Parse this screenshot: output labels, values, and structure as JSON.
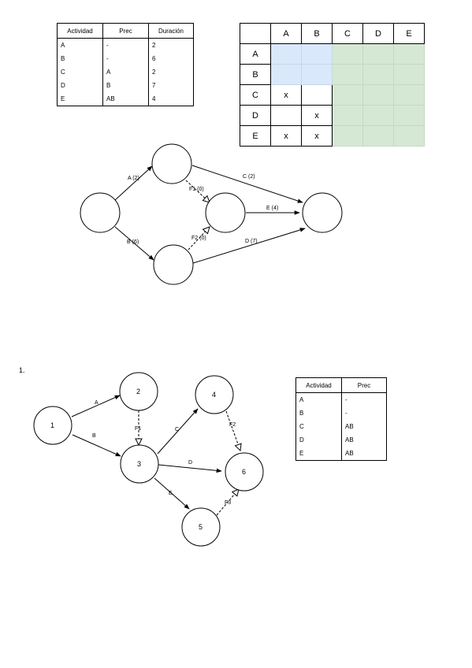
{
  "table1": {
    "headers": [
      "Actividad",
      "Prec",
      "Duración"
    ],
    "rows": [
      [
        "A",
        "-",
        "2"
      ],
      [
        "B",
        "-",
        "6"
      ],
      [
        "C",
        "A",
        "2"
      ],
      [
        "D",
        "B",
        "7"
      ],
      [
        "E",
        "AB",
        "4"
      ]
    ]
  },
  "matrix": {
    "col_headers": [
      "A",
      "B",
      "C",
      "D",
      "E"
    ],
    "row_headers": [
      "A",
      "B",
      "C",
      "D",
      "E"
    ],
    "cells": [
      [
        "",
        "",
        "",
        "",
        ""
      ],
      [
        "",
        "",
        "",
        "",
        ""
      ],
      [
        "x",
        "",
        "",
        "",
        ""
      ],
      [
        "",
        "x",
        "",
        "",
        ""
      ],
      [
        "x",
        "x",
        "",
        "",
        ""
      ]
    ],
    "colors": {
      "blue": "#dae8fc",
      "green": "#d5e8d4"
    }
  },
  "diagram1": {
    "edges": {
      "a": "A (2)",
      "b": "B (6)",
      "c": "C (2)",
      "d": "D (7)",
      "e": "E (4)",
      "f1": "F1 (0)",
      "f2": "F2 (0)"
    }
  },
  "section_number": "1.",
  "diagram2": {
    "nodes": [
      "1",
      "2",
      "3",
      "4",
      "5",
      "6"
    ],
    "edges": {
      "a": "A",
      "b": "B",
      "c": "C",
      "d": "D",
      "e": "E",
      "f1": "F1",
      "f2": "F2",
      "f3": "F3"
    }
  },
  "table3": {
    "headers": [
      "Actividad",
      "Prec"
    ],
    "rows": [
      [
        "A",
        "-"
      ],
      [
        "B",
        "-"
      ],
      [
        "C",
        "AB"
      ],
      [
        "D",
        "AB"
      ],
      [
        "E",
        "AB"
      ]
    ]
  }
}
